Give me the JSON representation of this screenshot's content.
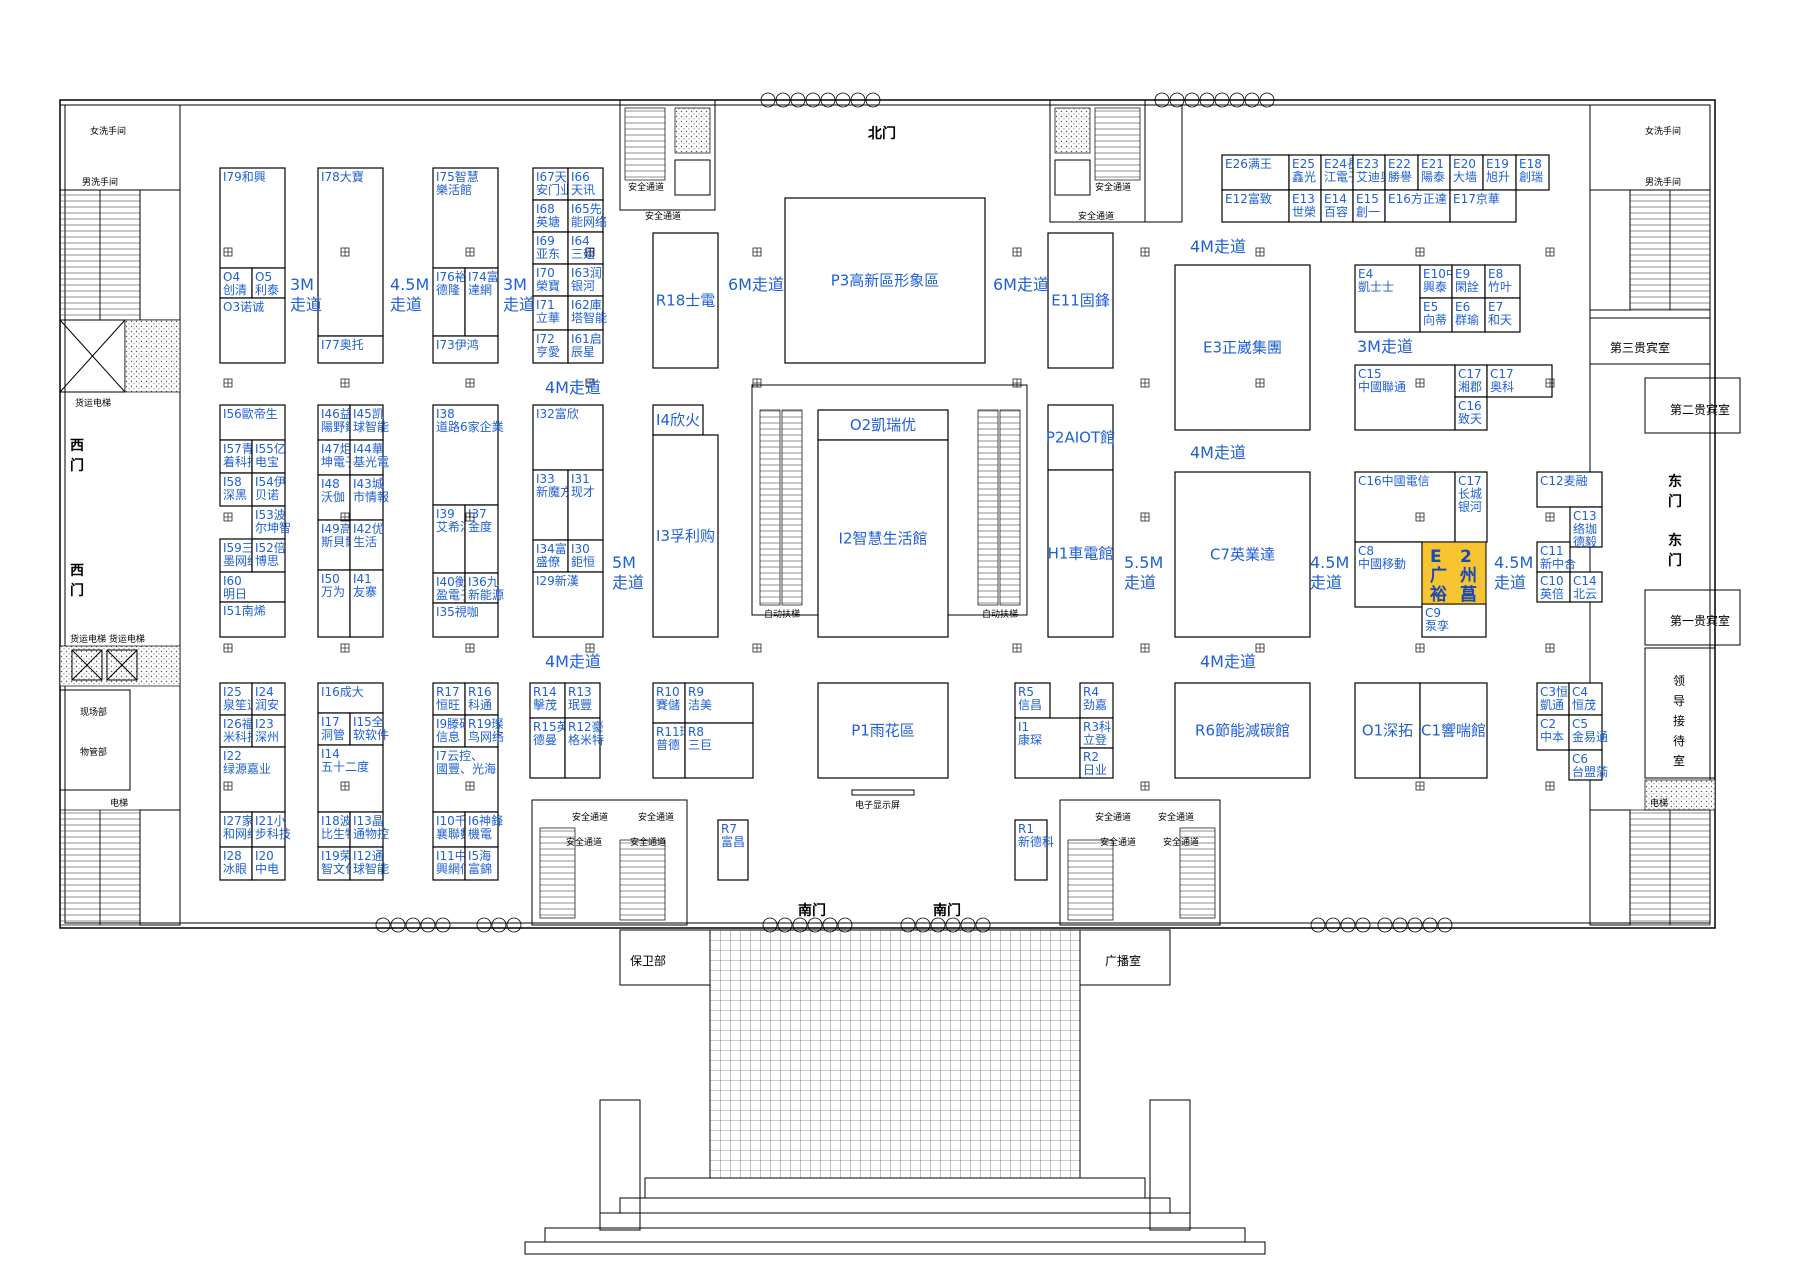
{
  "gates": {
    "north": "北门",
    "south_left": "南门",
    "south_right": "南门",
    "west_1a": "西",
    "west_1b": "门",
    "west_2a": "西",
    "west_2b": "门",
    "east_1a": "东",
    "east_1b": "门",
    "east_2a": "东",
    "east_2b": "门"
  },
  "rooms": {
    "vip1": "第一贵宾室",
    "vip2": "第二贵宾室",
    "vip3": "第三贵宾室",
    "leader_reception": [
      "领",
      "导",
      "接",
      "待",
      "室"
    ],
    "womens_restroom_left": "女洗手间",
    "mens_restroom_left": "男洗手间",
    "womens_restroom_right": "女洗手间",
    "mens_restroom_right": "男洗手间",
    "cargo_elevator_left": "货运电梯",
    "cargo_elevators_left": "货运电梯  货运电梯",
    "site_dept": "现场部",
    "property_dept": "物管部",
    "elevator_left": "电梯",
    "elevator_right": "电梯",
    "security": "保卫部",
    "broadcast": "广播室",
    "escalator_left": "自动扶梯",
    "escalator_right": "自动扶梯",
    "screen": "电子显示屏",
    "safety_exit": "安全通道"
  },
  "walkways": {
    "w1a": "3M",
    "w1b": "走道",
    "w2a": "4.5M",
    "w2b": "走道",
    "w3a": "3M",
    "w3b": "走道",
    "w4": "6M走道",
    "w5": "6M走道",
    "w6": "4M走道",
    "w7": "4M走道",
    "w8": "3M走道",
    "w9": "4M走道",
    "w10": "4M走道",
    "w11": "4M走道",
    "w12a": "5M",
    "w12b": "走道",
    "w13a": "5.5M",
    "w13b": "走道",
    "w14a": "4.5M",
    "w14b": "走道",
    "w15a": "4.5M",
    "w15b": "走道"
  },
  "booths": {
    "I79": "I79和興",
    "O4": [
      "O4",
      "创清"
    ],
    "O5": [
      "O5",
      "利泰"
    ],
    "O3": "O3诺诚",
    "I78": "I78大寶",
    "I77": "I77奥托",
    "I75": [
      "I75智慧",
      "樂活館"
    ],
    "I76": [
      "I76裕",
      "德隆"
    ],
    "I74": [
      "I74富",
      "達網"
    ],
    "I73": "I73伊鸿",
    "I67": [
      "I67天",
      "安门业"
    ],
    "I66": [
      "I66",
      "天讯"
    ],
    "I68": [
      "I68",
      "英塘"
    ],
    "I65": [
      "I65先",
      "能网络"
    ],
    "I69": [
      "I69",
      "亚东"
    ],
    "I64": [
      "I64",
      "三翅"
    ],
    "I70": [
      "I70",
      "榮寶"
    ],
    "I63": [
      "I63润",
      "银河"
    ],
    "I71": [
      "I71",
      "立華"
    ],
    "I62": [
      "I62庫",
      "塔智能"
    ],
    "I72": [
      "I72",
      "亨愛"
    ],
    "I61": [
      "I61启",
      "辰星"
    ],
    "I56": "I56歐帝生",
    "I57": [
      "I57青",
      "着科技"
    ],
    "I55": [
      "I55亿",
      "电宝"
    ],
    "I58": [
      "I58",
      "深黑"
    ],
    "I54": [
      "I54伊",
      "贝诺"
    ],
    "I53": [
      "I53波",
      "尔坤智"
    ],
    "I59": [
      "I59三",
      "墨网络"
    ],
    "I52": [
      "I52倍",
      "博思"
    ],
    "I60": [
      "I60",
      "明日"
    ],
    "I51": "I51南烯",
    "I46": [
      "I46益",
      "陽野鏈"
    ],
    "I45": [
      "I45凯",
      "球智能"
    ],
    "I47": [
      "I47炬",
      "坤電子"
    ],
    "I44": [
      "I44華",
      "基光電"
    ],
    "I48": [
      "I48",
      "沃伽"
    ],
    "I43": [
      "I43城",
      "市情報"
    ],
    "I49": [
      "I49高",
      "斯貝爾"
    ],
    "I42": [
      "I42优",
      "生活"
    ],
    "I50": [
      "I50",
      "万为"
    ],
    "I41": [
      "I41",
      "友寨"
    ],
    "I38": [
      "I38",
      "道路6家企業"
    ],
    "I39": [
      "I39",
      "艾希洱"
    ],
    "I37": [
      "I37",
      "金度"
    ],
    "I40": [
      "I40衡",
      "盈電子"
    ],
    "I36": [
      "I36九",
      "新能源"
    ],
    "I35": "I35視咖",
    "I32": "I32富欣",
    "I33": [
      "I33",
      "新魔方"
    ],
    "I31": [
      "I31",
      "现才"
    ],
    "I34": [
      "I34富",
      "盛僚"
    ],
    "I30": [
      "I30",
      "鉅恒"
    ],
    "I29": "I29新漢",
    "I25": [
      "I25",
      "泉笙道"
    ],
    "I24": [
      "I24",
      "润安"
    ],
    "I26": [
      "I26福",
      "米科技"
    ],
    "I23": [
      "I23",
      "深州"
    ],
    "I22": [
      "I22",
      "绿源嘉业"
    ],
    "I27": [
      "I27家",
      "和网络"
    ],
    "I21": [
      "I21小",
      "步科技"
    ],
    "I28": [
      "I28",
      "冰眼"
    ],
    "I20": [
      "I20",
      "中电"
    ],
    "I16": "I16成大",
    "I17": [
      "I17",
      "洞管"
    ],
    "I15": [
      "I15全",
      "软软件"
    ],
    "I14": [
      "I14",
      "五十二度"
    ],
    "I18": [
      "I18波",
      "比生物"
    ],
    "I13": [
      "I13晶",
      "通物控"
    ],
    "I19": [
      "I19荣",
      "智文化"
    ],
    "I12": [
      "I12通",
      "球智能"
    ],
    "R17": [
      "R17",
      "恒旺"
    ],
    "R16": [
      "R16",
      "科通"
    ],
    "I9": [
      "I9滕碩",
      "信息"
    ],
    "R19": [
      "R19璨",
      "鸟网络"
    ],
    "I7": [
      "I7云控、",
      "國豐、光海"
    ],
    "I10": [
      "I10千",
      "襄聯數"
    ],
    "I6": [
      "I6神鋒",
      "機電"
    ],
    "I11": [
      "I11中",
      "興網信"
    ],
    "I5": [
      "I5海",
      "富錦"
    ],
    "R18": "R18士電",
    "I4": "I4欣火",
    "I3": "I3孚利购",
    "R14": [
      "R14",
      "擊茂"
    ],
    "R13": [
      "R13",
      "珉豐"
    ],
    "R15": [
      "R15英",
      "德曼"
    ],
    "R12": [
      "R12豪",
      "格米特"
    ],
    "R10": [
      "R10",
      "賽儲"
    ],
    "R9": [
      "R9",
      "洁美"
    ],
    "R11": [
      "R11瑞",
      "普德"
    ],
    "R8": [
      "R8",
      "三巨"
    ],
    "R7": [
      "R7",
      "富昌"
    ],
    "P3": "P3高新區形象區",
    "O2": "O2凱瑞优",
    "I2": "I2智慧生活館",
    "P1": "P1雨花區",
    "E11": "E11固鋒",
    "P2": "P2AIOT館",
    "H1": "H1車電館",
    "R5": [
      "R5",
      "信昌"
    ],
    "R4": [
      "R4",
      "劲嘉"
    ],
    "I1": [
      "I1",
      "康琛"
    ],
    "R3": [
      "R3科",
      "立登"
    ],
    "R2": [
      "R2",
      "日业"
    ],
    "R1": [
      "R1",
      "新德科"
    ],
    "E3": "E3正崴集團",
    "C7": "C7英業達",
    "R6": "R6節能減碳館",
    "E26": "E26满王",
    "E25": [
      "E25",
      "鑫光"
    ],
    "E24": [
      "E24長",
      "江電子"
    ],
    "E23": [
      "E23",
      "艾迪奥"
    ],
    "E22": [
      "E22",
      "勝譽"
    ],
    "E21": [
      "E21",
      "陽泰"
    ],
    "E20": [
      "E20",
      "大墙"
    ],
    "E19": [
      "E19",
      "旭升"
    ],
    "E18": [
      "E18",
      "創瑞"
    ],
    "E12": "E12富致",
    "E13": [
      "E13",
      "世榮"
    ],
    "E14": [
      "E14",
      "百容"
    ],
    "E15": [
      "E15",
      "創一"
    ],
    "E16": "E16方正達",
    "E17": "E17京華",
    "E4": [
      "E4",
      "凱士士"
    ],
    "E10": [
      "E10中",
      "興泰"
    ],
    "E9": [
      "E9",
      "閑詮"
    ],
    "E8": [
      "E8",
      "竹叶"
    ],
    "E5": [
      "E5",
      "向蒂"
    ],
    "E6": [
      "E6",
      "群瑜"
    ],
    "E7": [
      "E7",
      "和天"
    ],
    "C15": [
      "C15",
      "中國聯通"
    ],
    "C17a": [
      "C17",
      "湘郡"
    ],
    "C17b": [
      "C17",
      "奥科"
    ],
    "C16a": [
      "C16",
      "致天"
    ],
    "C16b": "C16中國電信",
    "C17c": [
      "C17",
      "长城",
      "银河"
    ],
    "C8": [
      "C8",
      "中國移動"
    ],
    "E2": [
      "E",
      "2",
      "广",
      "州",
      "裕",
      "菖"
    ],
    "C9": [
      "C9",
      "泵孪"
    ],
    "C12": "C12麦融",
    "C13": [
      "C13",
      "络珈",
      "德毅"
    ],
    "C11": [
      "C11",
      "新中合"
    ],
    "C10": [
      "C10",
      "英倍"
    ],
    "C14": [
      "C14",
      "北云"
    ],
    "O1": "O1深拓",
    "C1": "C1響喘館",
    "C3": [
      "C3恒",
      "凱通"
    ],
    "C4": [
      "C4",
      "恒茂"
    ],
    "C2": [
      "C2",
      "中本"
    ],
    "C5": [
      "C5",
      "金易通"
    ],
    "C6": [
      "C6",
      "台盟蕍"
    ]
  },
  "colors": {
    "booth_text": "#1f5fd6",
    "highlight": "#f7c531",
    "wall": "#000000"
  }
}
